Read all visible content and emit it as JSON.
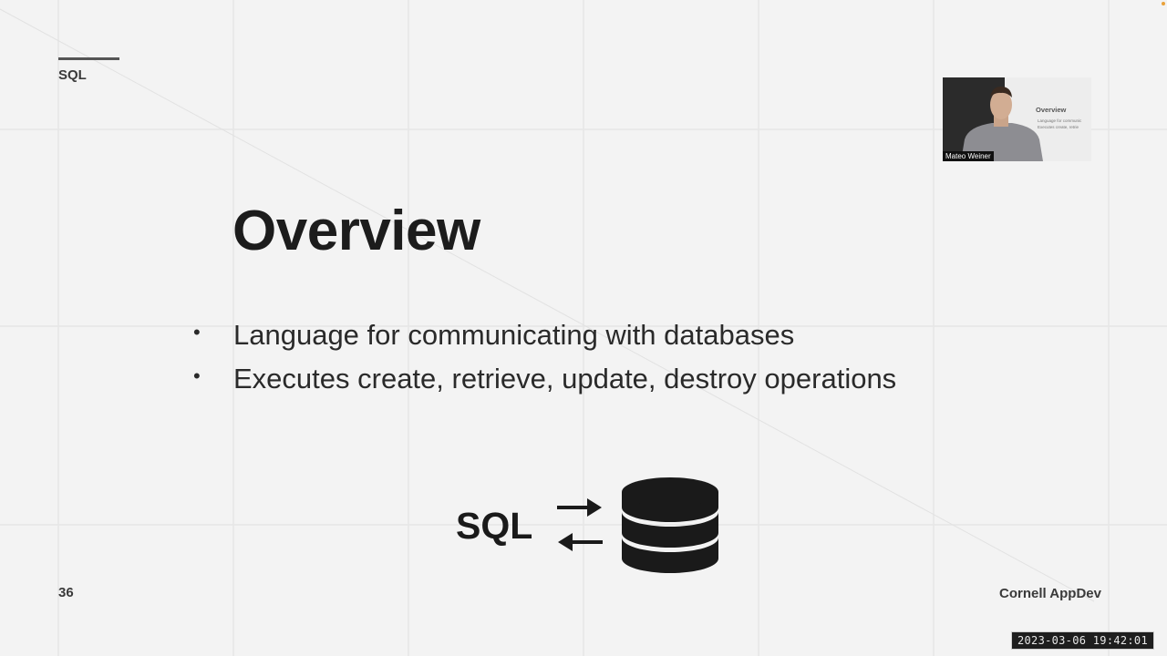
{
  "slide": {
    "section_label": "SQL",
    "title": "Overview",
    "bullets": [
      "Language for communicating with databases",
      "Executes create, retrieve, update, destroy operations"
    ],
    "diagram": {
      "label": "SQL",
      "arrows": [
        "arrow-right-icon",
        "arrow-left-icon"
      ],
      "icon": "database-icon"
    },
    "page_number": "36",
    "footer": "Cornell AppDev"
  },
  "webcam": {
    "presenter_name": "Mateo Weiner",
    "screen_title": "Overview",
    "screen_lines": [
      "Language for communic",
      "Executes create, retrie"
    ]
  },
  "recording": {
    "timestamp": "2023-03-06  19:42:01"
  },
  "colors": {
    "background": "#f3f3f3",
    "text": "#1c1c1c",
    "icon": "#1a1a1a"
  }
}
